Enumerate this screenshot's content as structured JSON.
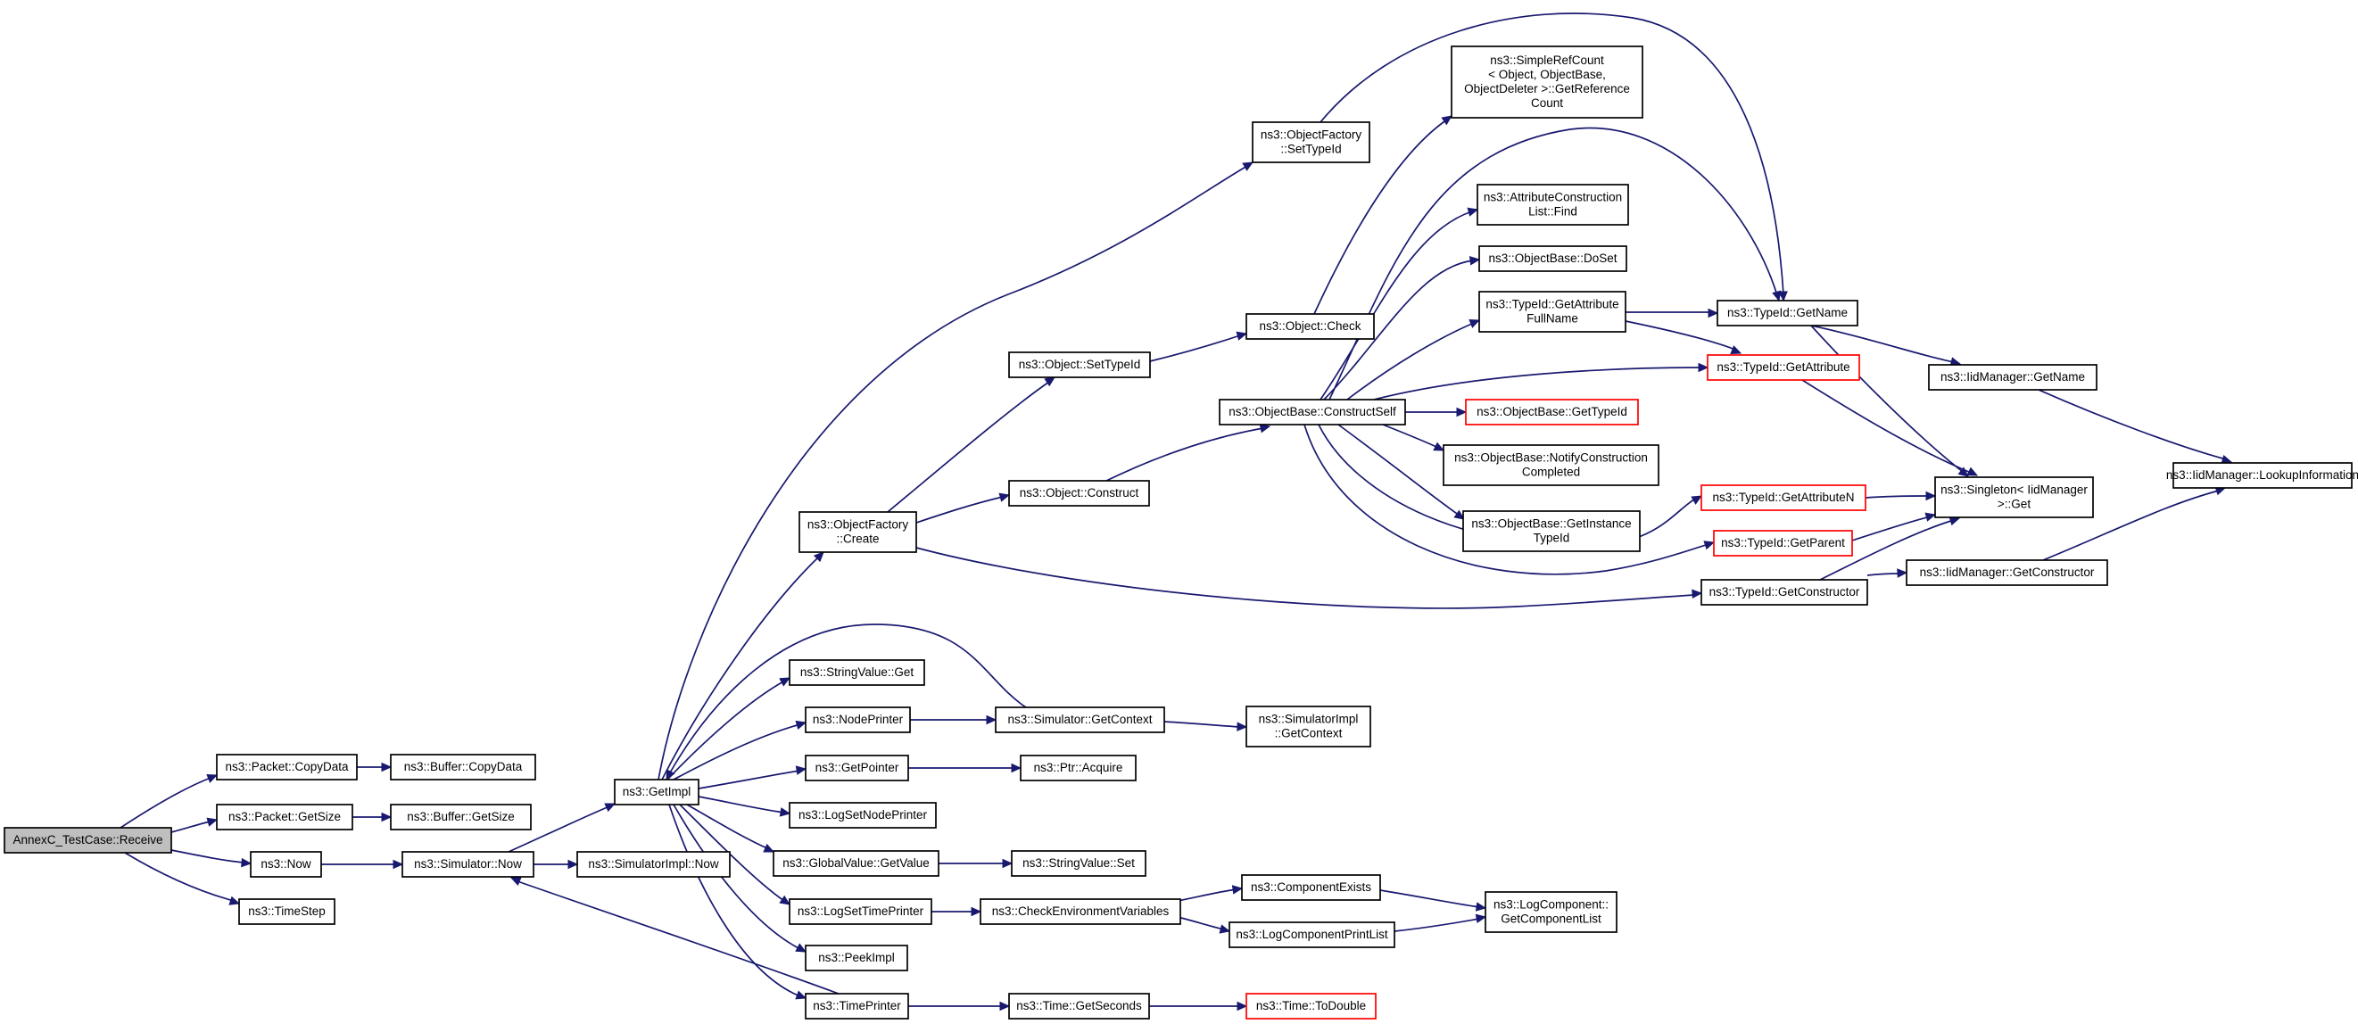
{
  "diagram": {
    "edge_color": "#191970",
    "node_border_color": "#000000",
    "root_fill_color": "#bfbfbf",
    "external_border_color": "#ff0000",
    "nodes": [
      {
        "id": "root",
        "lines": [
          "AnnexC_TestCase::Receive"
        ],
        "style": "root"
      },
      {
        "id": "pkt_copydata",
        "lines": [
          "ns3::Packet::CopyData"
        ],
        "style": "normal"
      },
      {
        "id": "pkt_getsize",
        "lines": [
          "ns3::Packet::GetSize"
        ],
        "style": "normal"
      },
      {
        "id": "now",
        "lines": [
          "ns3::Now"
        ],
        "style": "normal"
      },
      {
        "id": "timestep",
        "lines": [
          "ns3::TimeStep"
        ],
        "style": "normal"
      },
      {
        "id": "buf_copydata",
        "lines": [
          "ns3::Buffer::CopyData"
        ],
        "style": "normal"
      },
      {
        "id": "buf_getsize",
        "lines": [
          "ns3::Buffer::GetSize"
        ],
        "style": "normal"
      },
      {
        "id": "sim_now",
        "lines": [
          "ns3::Simulator::Now"
        ],
        "style": "normal"
      },
      {
        "id": "simimpl_now",
        "lines": [
          "ns3::SimulatorImpl::Now"
        ],
        "style": "normal"
      },
      {
        "id": "getimpl",
        "lines": [
          "ns3::GetImpl"
        ],
        "style": "normal"
      },
      {
        "id": "of_create",
        "lines": [
          "ns3::ObjectFactory",
          "::Create"
        ],
        "style": "normal"
      },
      {
        "id": "of_settypeid",
        "lines": [
          "ns3::ObjectFactory",
          "::SetTypeId"
        ],
        "style": "normal"
      },
      {
        "id": "stringvalue_get",
        "lines": [
          "ns3::StringValue::Get"
        ],
        "style": "normal"
      },
      {
        "id": "nodeprinter",
        "lines": [
          "ns3::NodePrinter"
        ],
        "style": "normal"
      },
      {
        "id": "getpointer",
        "lines": [
          "ns3::GetPointer"
        ],
        "style": "normal"
      },
      {
        "id": "logsetnodeprinter",
        "lines": [
          "ns3::LogSetNodePrinter"
        ],
        "style": "normal"
      },
      {
        "id": "globalvalue_getvalue",
        "lines": [
          "ns3::GlobalValue::GetValue"
        ],
        "style": "normal"
      },
      {
        "id": "logsettimeprinter",
        "lines": [
          "ns3::LogSetTimePrinter"
        ],
        "style": "normal"
      },
      {
        "id": "peekimpl",
        "lines": [
          "ns3::PeekImpl"
        ],
        "style": "normal"
      },
      {
        "id": "timeprinter",
        "lines": [
          "ns3::TimePrinter"
        ],
        "style": "normal"
      },
      {
        "id": "obj_settypeid",
        "lines": [
          "ns3::Object::SetTypeId"
        ],
        "style": "normal"
      },
      {
        "id": "obj_construct",
        "lines": [
          "ns3::Object::Construct"
        ],
        "style": "normal"
      },
      {
        "id": "sim_getcontext",
        "lines": [
          "ns3::Simulator::GetContext"
        ],
        "style": "normal"
      },
      {
        "id": "ptr_acquire",
        "lines": [
          "ns3::Ptr::Acquire"
        ],
        "style": "normal"
      },
      {
        "id": "stringvalue_set",
        "lines": [
          "ns3::StringValue::Set"
        ],
        "style": "normal"
      },
      {
        "id": "checkenv",
        "lines": [
          "ns3::CheckEnvironmentVariables"
        ],
        "style": "normal"
      },
      {
        "id": "time_getseconds",
        "lines": [
          "ns3::Time::GetSeconds"
        ],
        "style": "normal"
      },
      {
        "id": "obj_check",
        "lines": [
          "ns3::Object::Check"
        ],
        "style": "normal"
      },
      {
        "id": "ob_constructself",
        "lines": [
          "ns3::ObjectBase::ConstructSelf"
        ],
        "style": "normal"
      },
      {
        "id": "simimpl_getcontext",
        "lines": [
          "ns3::SimulatorImpl",
          "::GetContext"
        ],
        "style": "normal"
      },
      {
        "id": "componentexists",
        "lines": [
          "ns3::ComponentExists"
        ],
        "style": "normal"
      },
      {
        "id": "logcomponentprintlist",
        "lines": [
          "ns3::LogComponentPrintList"
        ],
        "style": "normal"
      },
      {
        "id": "time_todouble",
        "lines": [
          "ns3::Time::ToDouble"
        ],
        "style": "red"
      },
      {
        "id": "simplerefcount",
        "lines": [
          "ns3::SimpleRefCount",
          "< Object, ObjectBase,",
          "ObjectDeleter >::GetReference",
          "Count"
        ],
        "style": "normal"
      },
      {
        "id": "acl_find",
        "lines": [
          "ns3::AttributeConstruction",
          "List::Find"
        ],
        "style": "normal"
      },
      {
        "id": "ob_doset",
        "lines": [
          "ns3::ObjectBase::DoSet"
        ],
        "style": "normal"
      },
      {
        "id": "tid_getattributefullname",
        "lines": [
          "ns3::TypeId::GetAttribute",
          "FullName"
        ],
        "style": "normal"
      },
      {
        "id": "ob_gettypeid",
        "lines": [
          "ns3::ObjectBase::GetTypeId"
        ],
        "style": "red"
      },
      {
        "id": "ob_notifyconstruction",
        "lines": [
          "ns3::ObjectBase::NotifyConstruction",
          "Completed"
        ],
        "style": "normal"
      },
      {
        "id": "ob_getinstancetypeid",
        "lines": [
          "ns3::ObjectBase::GetInstance",
          "TypeId"
        ],
        "style": "normal"
      },
      {
        "id": "logcomponent_getlist",
        "lines": [
          "ns3::LogComponent::",
          "GetComponentList"
        ],
        "style": "normal"
      },
      {
        "id": "tid_getname",
        "lines": [
          "ns3::TypeId::GetName"
        ],
        "style": "normal"
      },
      {
        "id": "tid_getattribute",
        "lines": [
          "ns3::TypeId::GetAttribute"
        ],
        "style": "red"
      },
      {
        "id": "tid_getattributen",
        "lines": [
          "ns3::TypeId::GetAttributeN"
        ],
        "style": "red"
      },
      {
        "id": "tid_getparent",
        "lines": [
          "ns3::TypeId::GetParent"
        ],
        "style": "red"
      },
      {
        "id": "tid_getconstructor",
        "lines": [
          "ns3::TypeId::GetConstructor"
        ],
        "style": "normal"
      },
      {
        "id": "iidmanager_getname",
        "lines": [
          "ns3::IidManager::GetName"
        ],
        "style": "normal"
      },
      {
        "id": "singleton_get",
        "lines": [
          "ns3::Singleton< IidManager",
          ">::Get"
        ],
        "style": "normal"
      },
      {
        "id": "iidmanager_getconstructor",
        "lines": [
          "ns3::IidManager::GetConstructor"
        ],
        "style": "normal"
      },
      {
        "id": "iidmanager_lookup",
        "lines": [
          "ns3::IidManager::LookupInformation"
        ],
        "style": "normal"
      }
    ],
    "edges": [
      [
        "root",
        "pkt_copydata"
      ],
      [
        "root",
        "pkt_getsize"
      ],
      [
        "root",
        "now"
      ],
      [
        "root",
        "timestep"
      ],
      [
        "pkt_copydata",
        "buf_copydata"
      ],
      [
        "pkt_getsize",
        "buf_getsize"
      ],
      [
        "now",
        "sim_now"
      ],
      [
        "sim_now",
        "getimpl"
      ],
      [
        "sim_now",
        "simimpl_now"
      ],
      [
        "getimpl",
        "of_create"
      ],
      [
        "getimpl",
        "of_settypeid"
      ],
      [
        "getimpl",
        "stringvalue_get"
      ],
      [
        "getimpl",
        "nodeprinter"
      ],
      [
        "getimpl",
        "getpointer"
      ],
      [
        "getimpl",
        "logsetnodeprinter"
      ],
      [
        "getimpl",
        "globalvalue_getvalue"
      ],
      [
        "getimpl",
        "logsettimeprinter"
      ],
      [
        "getimpl",
        "peekimpl"
      ],
      [
        "getimpl",
        "timeprinter"
      ],
      [
        "of_create",
        "obj_settypeid"
      ],
      [
        "of_create",
        "obj_construct"
      ],
      [
        "of_create",
        "tid_getconstructor"
      ],
      [
        "obj_settypeid",
        "obj_check"
      ],
      [
        "obj_check",
        "simplerefcount"
      ],
      [
        "obj_construct",
        "ob_constructself"
      ],
      [
        "ob_constructself",
        "acl_find"
      ],
      [
        "ob_constructself",
        "ob_doset"
      ],
      [
        "ob_constructself",
        "tid_getattributefullname"
      ],
      [
        "ob_constructself",
        "tid_getattribute"
      ],
      [
        "ob_constructself",
        "ob_gettypeid"
      ],
      [
        "ob_constructself",
        "ob_notifyconstruction"
      ],
      [
        "ob_constructself",
        "ob_getinstancetypeid"
      ],
      [
        "ob_constructself",
        "tid_getattributen"
      ],
      [
        "ob_constructself",
        "tid_getparent"
      ],
      [
        "ob_constructself",
        "tid_getname"
      ],
      [
        "of_settypeid",
        "tid_getname"
      ],
      [
        "tid_getattributefullname",
        "tid_getname"
      ],
      [
        "tid_getattributefullname",
        "tid_getattribute"
      ],
      [
        "tid_getname",
        "iidmanager_getname"
      ],
      [
        "tid_getname",
        "singleton_get"
      ],
      [
        "tid_getattribute",
        "singleton_get"
      ],
      [
        "tid_getattributen",
        "singleton_get"
      ],
      [
        "tid_getparent",
        "singleton_get"
      ],
      [
        "tid_getconstructor",
        "singleton_get"
      ],
      [
        "tid_getconstructor",
        "iidmanager_getconstructor"
      ],
      [
        "iidmanager_getname",
        "iidmanager_lookup"
      ],
      [
        "iidmanager_getconstructor",
        "iidmanager_lookup"
      ],
      [
        "nodeprinter",
        "sim_getcontext"
      ],
      [
        "sim_getcontext",
        "getimpl"
      ],
      [
        "sim_getcontext",
        "simimpl_getcontext"
      ],
      [
        "getpointer",
        "ptr_acquire"
      ],
      [
        "globalvalue_getvalue",
        "stringvalue_set"
      ],
      [
        "logsettimeprinter",
        "checkenv"
      ],
      [
        "checkenv",
        "componentexists"
      ],
      [
        "checkenv",
        "logcomponentprintlist"
      ],
      [
        "componentexists",
        "logcomponent_getlist"
      ],
      [
        "logcomponentprintlist",
        "logcomponent_getlist"
      ],
      [
        "timeprinter",
        "sim_now"
      ],
      [
        "timeprinter",
        "time_getseconds"
      ],
      [
        "time_getseconds",
        "time_todouble"
      ]
    ]
  }
}
